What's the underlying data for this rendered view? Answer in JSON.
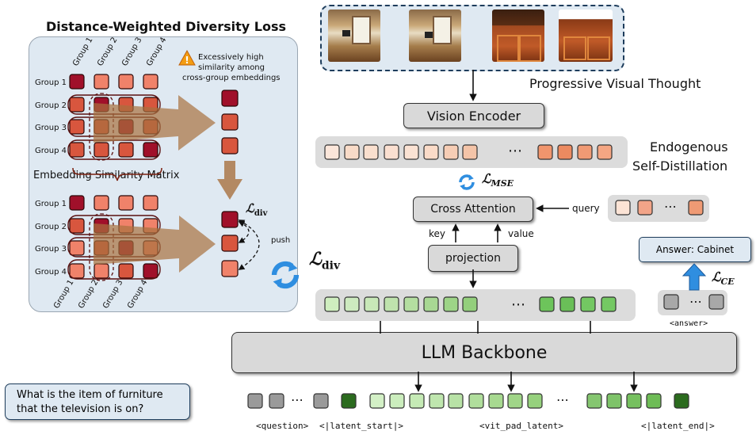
{
  "left_panel": {
    "title": "Distance-Weighted Diversity Loss",
    "group_labels": [
      "Group 1",
      "Group 2",
      "Group 3",
      "Group 4"
    ],
    "warning_text": [
      "Excessively high",
      "similarity among",
      "cross-group embeddings"
    ],
    "matrix_caption": "Embedding Similarity Matrix",
    "loss_symbol": "ℒ",
    "loss_subscript": "div",
    "push_label": "push"
  },
  "vision": {
    "images": [
      "room-photo-1",
      "room-photo-2",
      "cabinet-photo-1",
      "cabinet-photo-2"
    ],
    "thought_label": "Progressive Visual Thought",
    "encoder_label": "Vision Encoder",
    "distill_label_line1": "Endogenous",
    "distill_label_line2": "Self-Distillation",
    "mse_subscript": "MSE",
    "ellipsis": "⋯"
  },
  "attention": {
    "cross_attention_label": "Cross Attention",
    "query_label": "query",
    "key_label": "key",
    "value_label": "value",
    "projection_label": "projection"
  },
  "llm": {
    "backbone_label": "LLM Backbone",
    "div_subscript": "div",
    "answer_box": "Answer: Cabinet",
    "ce_subscript": "CE",
    "answer_token_label": "<answer>"
  },
  "input": {
    "question_line1": "What is the item of furniture",
    "question_line2": "that the television is on?",
    "token_labels": [
      "<question>",
      "<|latent_start|>",
      "<vit_pad_latent>",
      "<|latent_end|>"
    ]
  },
  "colors": {
    "matrix_dark": "#a0102a",
    "matrix_mid": "#d8563e",
    "matrix_light": "#f0826a",
    "panel_bg": "#dfe9f2",
    "green_dark": "#2b6b1e",
    "green_mid": "#6dc45b",
    "green_light": "#c8ecb8",
    "arrow_blue": "#2f8ee0"
  }
}
